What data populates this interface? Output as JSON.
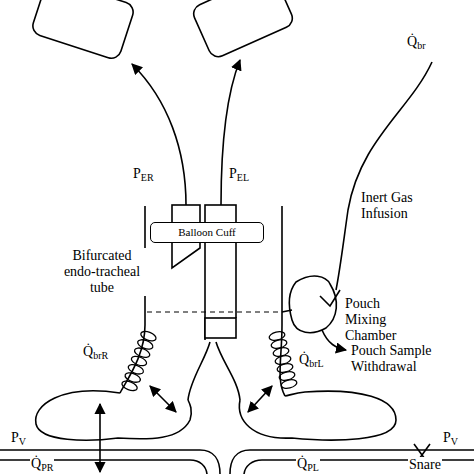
{
  "diagram": {
    "nodes": [
      {
        "text": [
          "Balloon Cuff"
        ]
      }
    ],
    "edges": [],
    "labels": [
      "Q̇br",
      "Inert Gas Infusion",
      "PER",
      "PEL",
      "Bifurcated endo-tracheal tube",
      "Pouch Mixing Chamber",
      "Pouch Sample Withdrawal",
      "Q̇brR",
      "Q̇brL",
      "PV",
      "PV",
      "Q̇PR",
      "Q̇PL",
      "Snare"
    ]
  }
}
